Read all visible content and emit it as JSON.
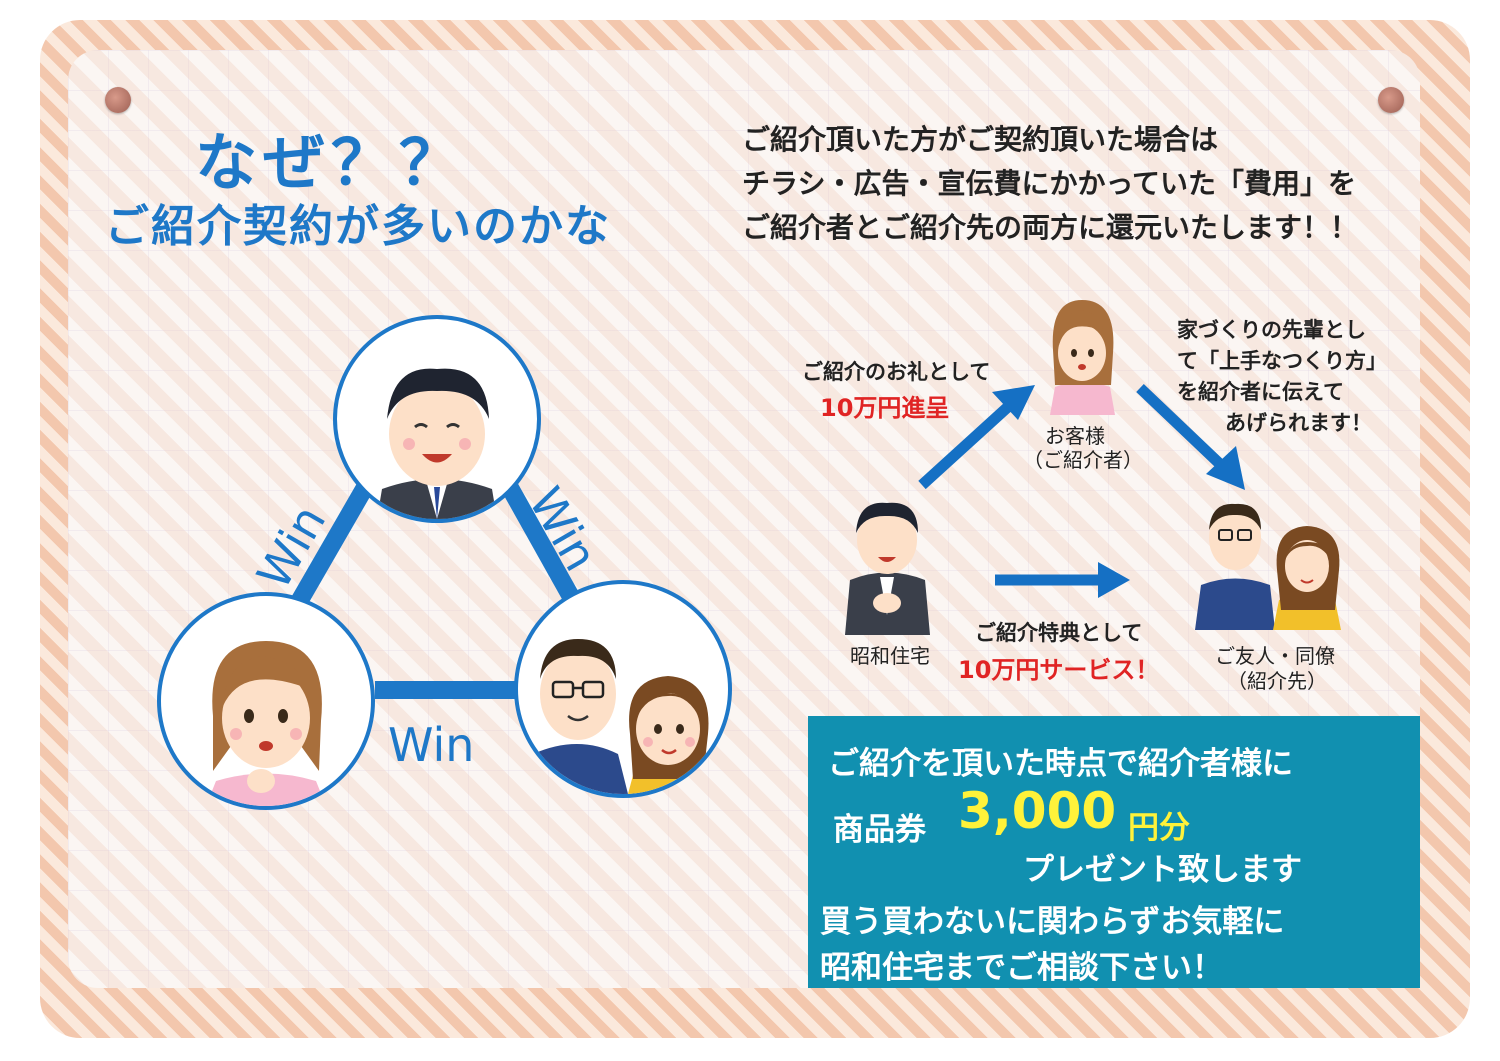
{
  "title": {
    "line1": "なぜ？？",
    "line2": "ご紹介契約が多いのかな"
  },
  "intro": [
    "ご紹介頂いた方がご契約頂いた場合は",
    "チラシ・広告・宣伝費にかかっていた「費用」を",
    "ご紹介者とご紹介先の両方に還元いたします！！"
  ],
  "triangle": {
    "win_left": "Win",
    "win_right": "Win",
    "win_bottom": "Win"
  },
  "flow": {
    "company_label": "昭和住宅",
    "customer_label_1": "お客様",
    "customer_label_2": "（ご紹介者）",
    "friend_label_1": "ご友人・同僚",
    "friend_label_2": "（紹介先）",
    "reward_note": "ご紹介のお礼として",
    "reward_amount": "10万円進呈",
    "benefit_note": "ご紹介特典として",
    "benefit_amount": "10万円サービス！",
    "advice": [
      "家づくりの先輩とし",
      "て「上手なつくり方」",
      "を紹介者に伝えて",
      "あげられます！"
    ]
  },
  "promo": {
    "line1": "ご紹介を頂いた時点で紹介者様に",
    "voucher": "商品券",
    "amount": "3,000",
    "unit": "円分",
    "line3": "プレゼント致します",
    "line4": "買う買わないに関わらずお気軽に",
    "line5": "昭和住宅までご相談下さい！"
  },
  "colors": {
    "accent_blue": "#1e78c8",
    "promo_bg": "#1190b0",
    "highlight_yellow": "#fff23a",
    "highlight_red": "#e02424"
  }
}
